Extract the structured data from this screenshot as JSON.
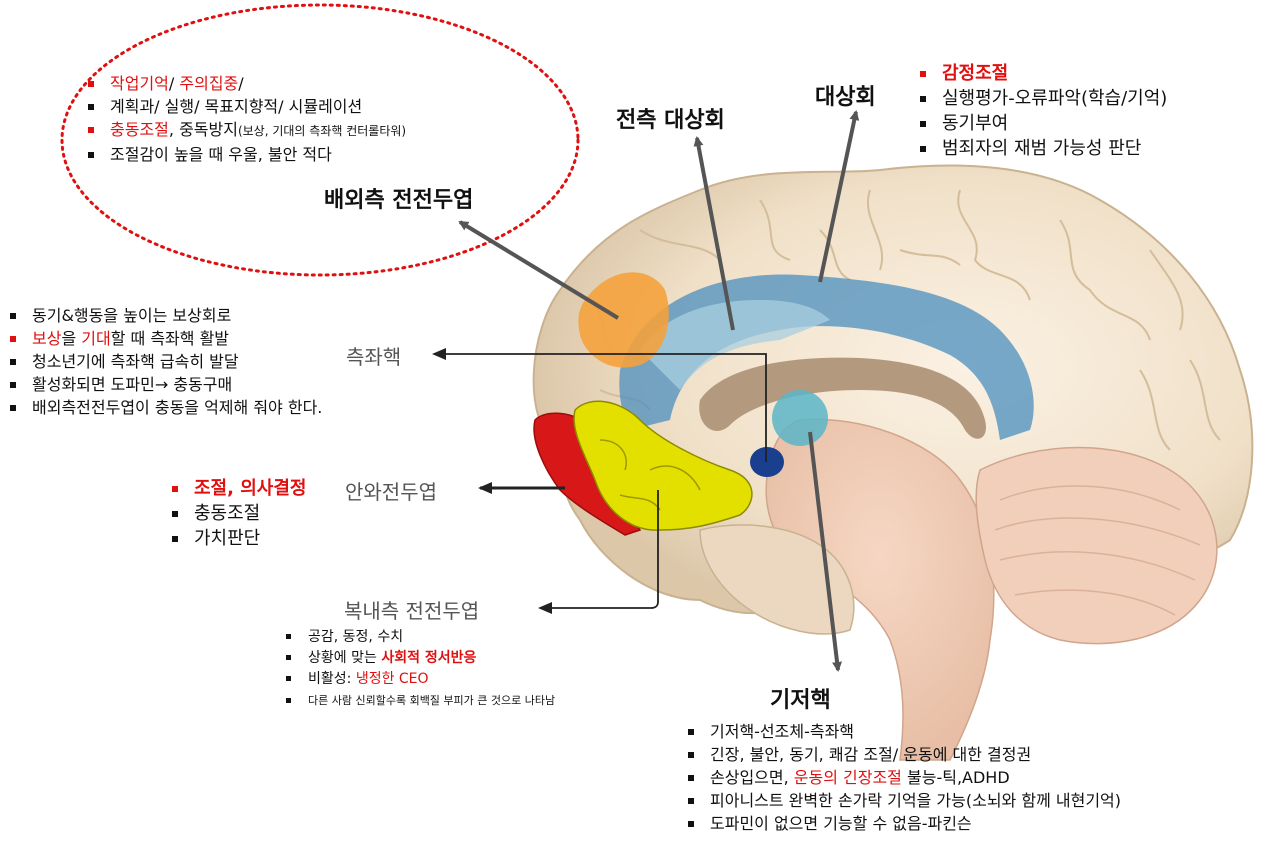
{
  "regions": {
    "dlpfc": {
      "title": "배외측 전전두엽",
      "items": [
        {
          "parts": [
            {
              "t": "작업기억",
              "red": true
            },
            {
              "t": "/ "
            },
            {
              "t": "주의집중",
              "red": true
            },
            {
              "t": "/"
            }
          ],
          "redbullet": true
        },
        {
          "parts": [
            {
              "t": "계획과/ 실행/ 목표지향적/ 시뮬레이션"
            }
          ]
        },
        {
          "parts": [
            {
              "t": "충동조절",
              "red": true
            },
            {
              "t": ", 중독방지"
            },
            {
              "t": "(보상, 기대의 측좌핵 컨터롤타워)",
              "small": true
            }
          ],
          "redbullet": true
        },
        {
          "parts": [
            {
              "t": "조절감이 높을 때 우울, 불안 적다"
            }
          ]
        }
      ]
    },
    "acc_front": {
      "title": "전측 대상회"
    },
    "cingulate": {
      "title": "대상회",
      "items": [
        {
          "parts": [
            {
              "t": "감정조절",
              "red": true,
              "bold": true
            }
          ],
          "redbullet": true
        },
        {
          "parts": [
            {
              "t": "실행평가-오류파악(학습/기억)"
            }
          ]
        },
        {
          "parts": [
            {
              "t": "동기부여"
            }
          ]
        },
        {
          "parts": [
            {
              "t": "범죄자의 재범 가능성 판단"
            }
          ]
        }
      ]
    },
    "nacc": {
      "title": "측좌핵",
      "items": [
        {
          "parts": [
            {
              "t": "동기&행동을 높이는 보상회로"
            }
          ]
        },
        {
          "parts": [
            {
              "t": "보상",
              "red": true
            },
            {
              "t": "을 "
            },
            {
              "t": "기대",
              "red": true
            },
            {
              "t": "할 때 측좌핵 활발"
            }
          ],
          "redbullet": true
        },
        {
          "parts": [
            {
              "t": "청소년기에 측좌핵 급속히 발달"
            }
          ]
        },
        {
          "parts": [
            {
              "t": "활성화되면 도파민→ 충동구매"
            }
          ]
        },
        {
          "parts": [
            {
              "t": "배외측전전두엽이 충동을 억제해 줘야 한다."
            }
          ]
        }
      ]
    },
    "ofc": {
      "title": "안와전두엽",
      "items": [
        {
          "parts": [
            {
              "t": "조절, 의사결정",
              "red": true,
              "bold": true
            }
          ],
          "redbullet": true
        },
        {
          "parts": [
            {
              "t": "충동조절"
            }
          ]
        },
        {
          "parts": [
            {
              "t": "가치판단"
            }
          ]
        }
      ]
    },
    "vmpfc": {
      "title": "복내측 전전두엽",
      "items": [
        {
          "parts": [
            {
              "t": "공감, 동정, 수치"
            }
          ]
        },
        {
          "parts": [
            {
              "t": "상황에 맞는 "
            },
            {
              "t": "사회적 정서반응",
              "red": true,
              "bold": true
            }
          ]
        },
        {
          "parts": [
            {
              "t": "비활성: "
            },
            {
              "t": "냉정한 CEO",
              "red": true
            }
          ]
        }
      ],
      "note": "다른 사람 신뢰할수록 회백질 부피가 큰 것으로 나타남"
    },
    "basal": {
      "title": "기저핵",
      "items": [
        {
          "parts": [
            {
              "t": "기저핵-선조체-측좌핵"
            }
          ]
        },
        {
          "parts": [
            {
              "t": "긴장, 불안, 동기, 쾌감 조절/ 운동에 대한 결정권"
            }
          ]
        },
        {
          "parts": [
            {
              "t": "손상입으면, "
            },
            {
              "t": "운동의 긴장조절",
              "red": true
            },
            {
              "t": " 불능-틱,ADHD"
            }
          ]
        },
        {
          "parts": [
            {
              "t": "피아니스트 완벽한 손가락 기억을 가능(소뇌와 함께 내현기억)"
            }
          ]
        },
        {
          "parts": [
            {
              "t": "도파민이 없으면 기능할 수 없음-파킨슨"
            }
          ]
        }
      ]
    }
  },
  "colors": {
    "red": "#e01010",
    "dlpfc_region": "#f4a23c",
    "cingulate_region": "#4b8fbf",
    "ofc_region": "#e3e000",
    "vmpfc_region": "#d81818",
    "nacc_region": "#1a3f8f",
    "basal_region": "#5ab5c8",
    "callosum": "#b39a7e",
    "arrow": "#555555"
  }
}
